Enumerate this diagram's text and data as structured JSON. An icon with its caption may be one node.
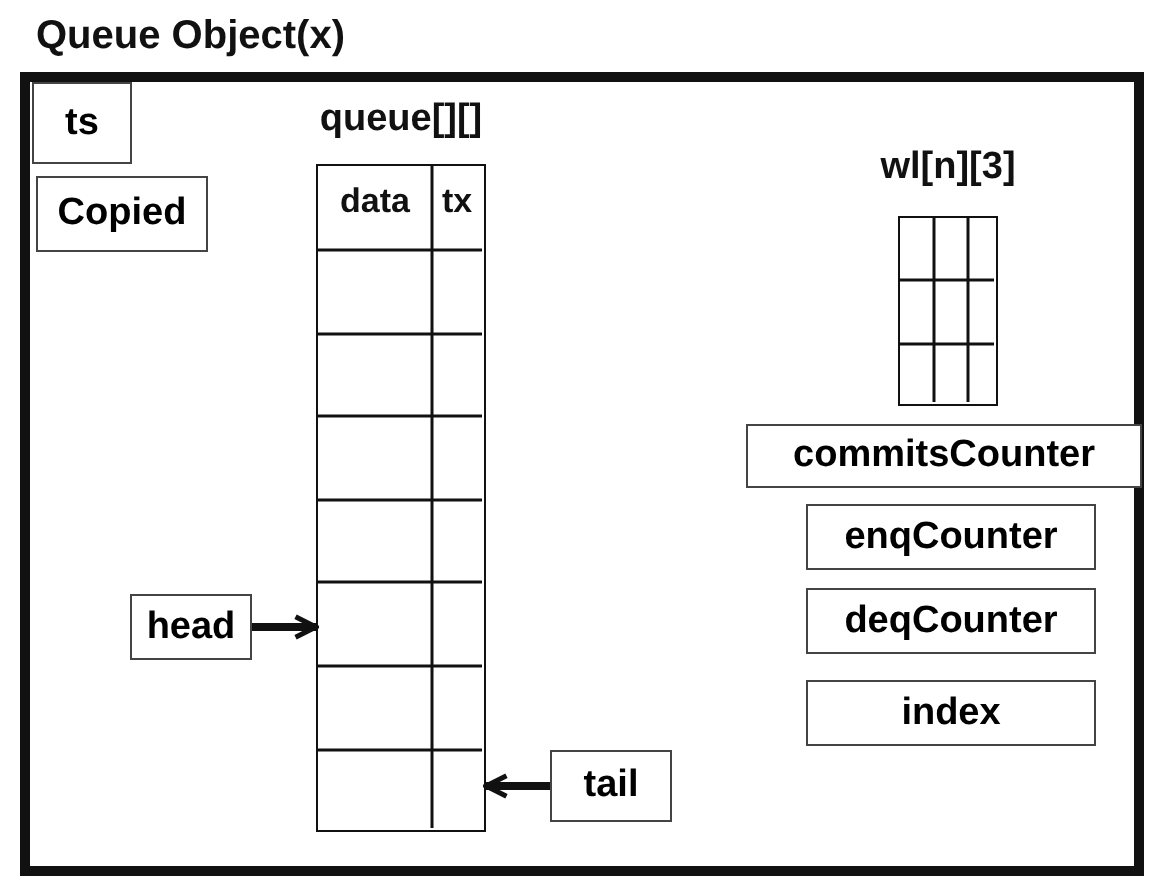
{
  "diagram": {
    "nodes": [
      {
        "text": [
          "Queue Object(x)"
        ]
      },
      {
        "text": [
          "ts"
        ],
        "in": 0
      },
      {
        "text": [
          "Copied"
        ],
        "in": 0
      },
      {
        "text": [
          "queue[][]",
          "data",
          "tx"
        ],
        "in": 0
      },
      {
        "text": [
          "wl[n][3]"
        ],
        "in": 0
      },
      {
        "text": [
          "commitsCounter"
        ],
        "in": 0
      },
      {
        "text": [
          "enqCounter"
        ],
        "in": 0
      },
      {
        "text": [
          "deqCounter"
        ],
        "in": 0
      },
      {
        "text": [
          "index"
        ],
        "in": 0
      },
      {
        "text": [
          "head"
        ],
        "in": 0
      },
      {
        "text": [
          "tail"
        ],
        "in": 0
      }
    ],
    "edges": [
      {
        "from": 9,
        "to": 3,
        "arrow": "to"
      },
      {
        "from": 10,
        "to": 3,
        "arrow": "to"
      }
    ]
  }
}
